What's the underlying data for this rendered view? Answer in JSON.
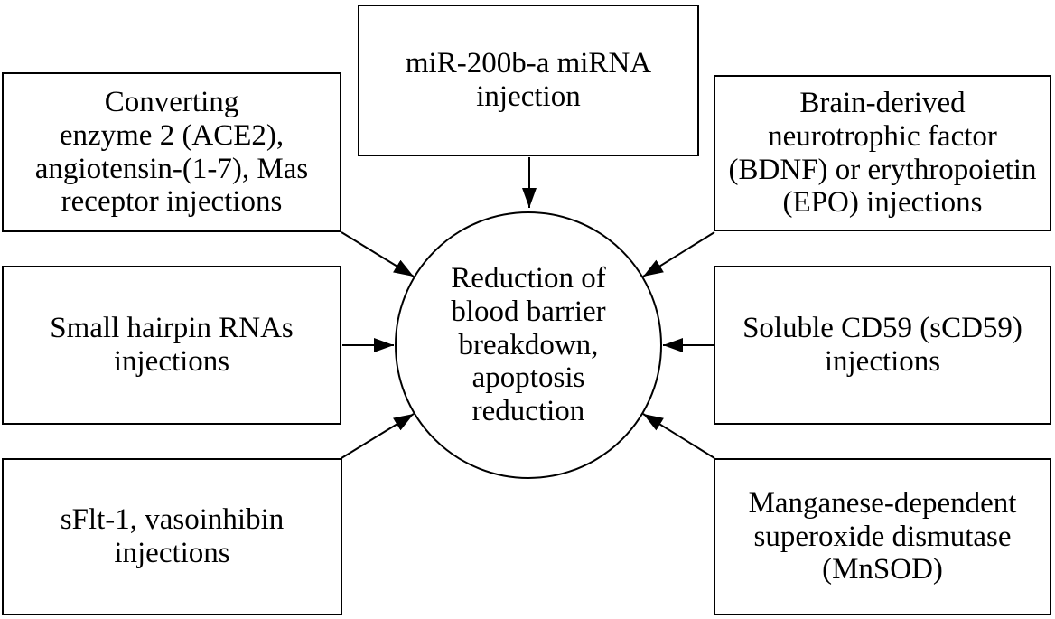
{
  "diagram": {
    "background_color": "#ffffff",
    "line_color": "#000000",
    "text_color": "#000000",
    "center_node": {
      "id": "center",
      "shape": "ellipse",
      "label": "Reduction of\nblood barrier\nbreakdown,\napoptosis\nreduction"
    },
    "nodes": {
      "mir200": {
        "shape": "rectangle",
        "label": "miR-200b-a miRNA\ninjection"
      },
      "ace2": {
        "shape": "rectangle",
        "label": "Converting\nenzyme 2 (ACE2),\nangiotensin-(1-7), Mas\nreceptor injections"
      },
      "shrna": {
        "shape": "rectangle",
        "label": "Small hairpin RNAs\ninjections"
      },
      "sflt1": {
        "shape": "rectangle",
        "label": "sFlt-1, vasoinhibin\ninjections"
      },
      "bdnf": {
        "shape": "rectangle",
        "label": "Brain-derived\nneurotrophic factor\n(BDNF) or erythropoietin\n(EPO) injections"
      },
      "scd59": {
        "shape": "rectangle",
        "label": "Soluble CD59 (sCD59)\ninjections"
      },
      "mnsod": {
        "shape": "rectangle",
        "label": "Manganese-dependent\nsuperoxide dismutase\n(MnSOD)"
      }
    },
    "edges": [
      {
        "from": "mir200",
        "to": "center"
      },
      {
        "from": "ace2",
        "to": "center"
      },
      {
        "from": "shrna",
        "to": "center"
      },
      {
        "from": "sflt1",
        "to": "center"
      },
      {
        "from": "bdnf",
        "to": "center"
      },
      {
        "from": "scd59",
        "to": "center"
      },
      {
        "from": "mnsod",
        "to": "center"
      }
    ]
  }
}
